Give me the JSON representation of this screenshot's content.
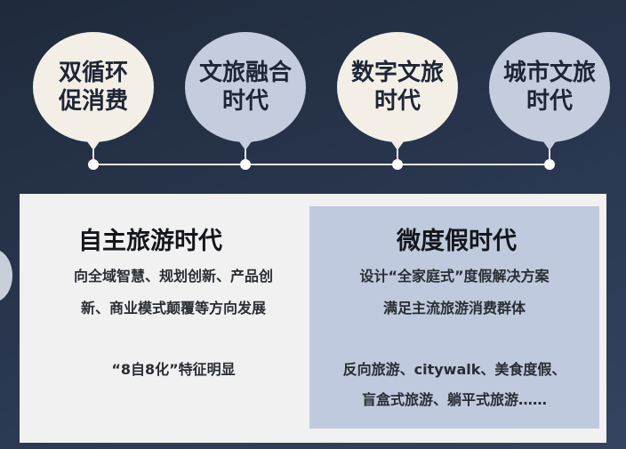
{
  "timeline": {
    "stages": [
      {
        "line1": "双循环",
        "line2": "促消费"
      },
      {
        "line1": "文旅融合",
        "line2": "时代"
      },
      {
        "line1": "数字文旅",
        "line2": "时代"
      },
      {
        "line1": "城市文旅",
        "line2": "时代"
      }
    ]
  },
  "left_panel": {
    "title": "自主旅游时代",
    "desc_line1": "向全域智慧、规划创新、产品创",
    "desc_line2": "新、商业模式颠覆等方向发展",
    "note": "“8自8化”特征明显"
  },
  "right_panel": {
    "title": "微度假时代",
    "desc_line1": "设计“全家庭式”度假解决方案",
    "desc_line2": "满足主流旅游消费群体",
    "examples_line1": "反向旅游、citywalk、美食度假、",
    "examples_line2": "盲盒式旅游、躺平式旅游……"
  },
  "colors": {
    "background": "#27344b",
    "bubble_light": "#f4efe6",
    "bubble_blue": "#c3cddd",
    "panel_left": "#f1f1f1",
    "panel_right": "#bfcade"
  }
}
